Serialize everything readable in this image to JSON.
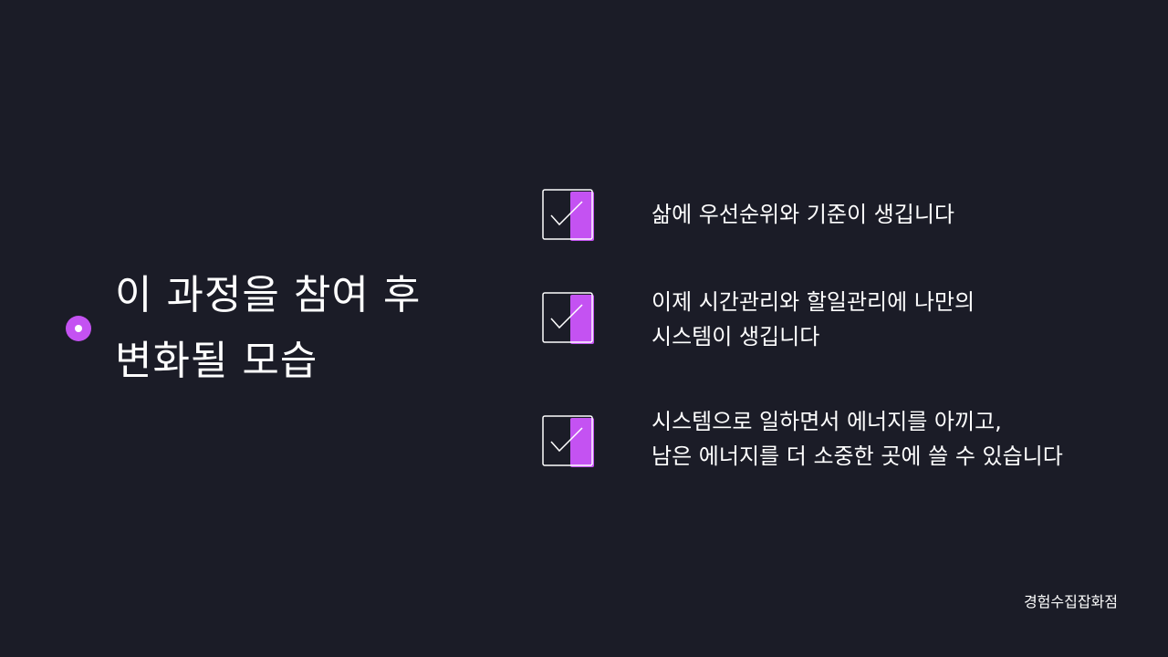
{
  "title": "이 과정을 참여 후\n변화될 모습",
  "items": [
    {
      "text": "삶에 우선순위와 기준이 생깁니다"
    },
    {
      "text": "이제 시간관리와 할일관리에 나만의\n시스템이 생깁니다"
    },
    {
      "text": "시스템으로 일하면서 에너지를 아끼고,\n남은 에너지를 더 소중한 곳에 쓸 수 있습니다"
    }
  ],
  "footer": "경험수집잡화점",
  "colors": {
    "background": "#1b1c27",
    "accent": "#c452f2",
    "text": "#ffffff"
  },
  "icons": {
    "bullet": "dot-bullet-icon",
    "check": "checkbox-checked-icon"
  }
}
